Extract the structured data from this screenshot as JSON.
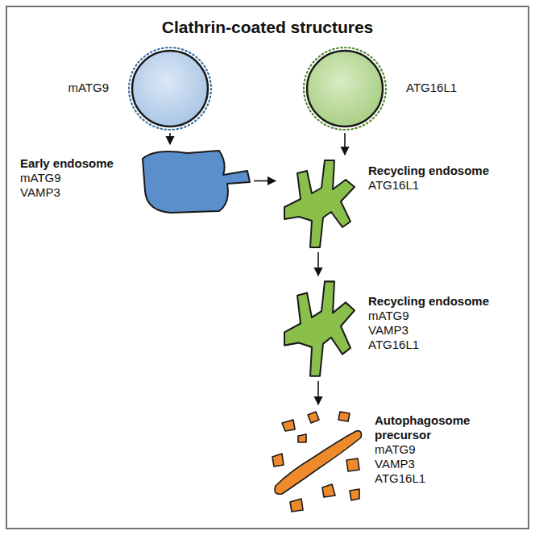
{
  "diagram": {
    "title": "Clathrin-coated structures",
    "nodes": [
      {
        "text": [
          "mATG9"
        ]
      },
      {
        "text": [
          "ATG16L1"
        ]
      },
      {
        "text": [
          "Early endosome",
          "mATG9",
          "VAMP3"
        ]
      },
      {
        "text": [
          "Recycling endosome",
          "ATG16L1"
        ]
      },
      {
        "text": [
          "Recycling endosome",
          "mATG9",
          "VAMP3",
          "ATG16L1"
        ]
      },
      {
        "text": [
          "Autophagosome precursor",
          "mATG9",
          "VAMP3",
          "ATG16L1"
        ]
      }
    ],
    "edges": [
      {
        "from": 0,
        "to": 2,
        "arrow": "to"
      },
      {
        "from": 1,
        "to": 3,
        "arrow": "to"
      },
      {
        "from": 2,
        "to": 3,
        "arrow": "to"
      },
      {
        "from": 3,
        "to": 4,
        "arrow": "to"
      },
      {
        "from": 4,
        "to": 5,
        "arrow": "to"
      }
    ]
  }
}
